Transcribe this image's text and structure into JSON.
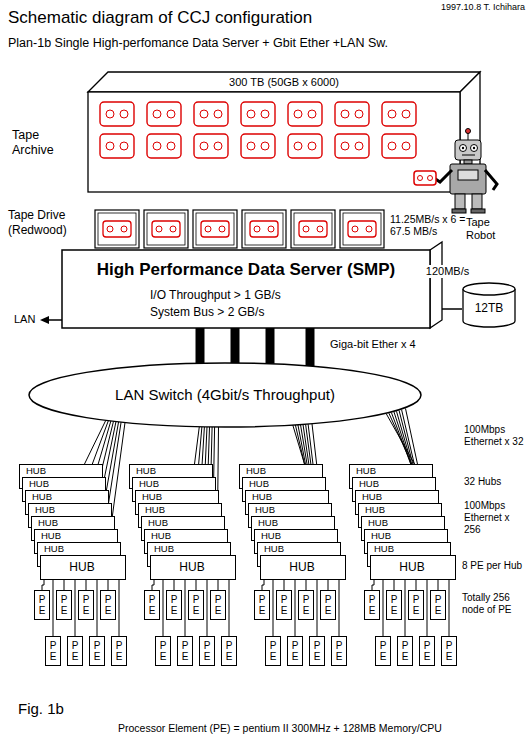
{
  "diagram": {
    "title": "Schematic diagram of CCJ configuration",
    "caption": "Fig. 1b",
    "nodes": [
      {
        "text": [
          "300 TB (50GB x 6000)"
        ]
      },
      {
        "text": [
          "High Performance Data Server (SMP)",
          "I/O Throughput > 1 GB/s",
          "System Bus > 2 GB/s"
        ]
      },
      {
        "text": [
          "12TB"
        ]
      },
      {
        "text": [
          "LAN Switch (4Gbit/s Throughput)"
        ]
      },
      {
        "text": [
          "HUB"
        ]
      },
      {
        "text": [
          "HUB"
        ]
      },
      {
        "text": [
          "HUB"
        ]
      },
      {
        "text": [
          "HUB"
        ]
      },
      {
        "text": [
          "HUB"
        ]
      },
      {
        "text": [
          "HUB"
        ]
      },
      {
        "text": [
          "HUB"
        ]
      },
      {
        "text": [
          "HUB"
        ]
      },
      {
        "text": [
          "HUB"
        ]
      },
      {
        "text": [
          "HUB"
        ]
      },
      {
        "text": [
          "HUB"
        ]
      },
      {
        "text": [
          "HUB"
        ]
      },
      {
        "text": [
          "HUB"
        ]
      },
      {
        "text": [
          "HUB"
        ]
      },
      {
        "text": [
          "HUB"
        ]
      },
      {
        "text": [
          "HUB"
        ]
      },
      {
        "text": [
          "HUB"
        ]
      },
      {
        "text": [
          "HUB"
        ]
      },
      {
        "text": [
          "HUB"
        ]
      },
      {
        "text": [
          "HUB"
        ]
      },
      {
        "text": [
          "HUB"
        ]
      },
      {
        "text": [
          "HUB"
        ]
      },
      {
        "text": [
          "HUB"
        ]
      },
      {
        "text": [
          "HUB"
        ]
      },
      {
        "text": [
          "HUB"
        ]
      },
      {
        "text": [
          "HUB"
        ]
      },
      {
        "text": [
          "HUB"
        ]
      },
      {
        "text": [
          "HUB"
        ]
      },
      {
        "text": [
          "HUB"
        ]
      },
      {
        "text": [
          "HUB"
        ]
      },
      {
        "text": [
          "HUB"
        ]
      },
      {
        "text": [
          "HUB"
        ]
      },
      {
        "text": [
          "P E"
        ]
      },
      {
        "text": [
          "P E"
        ]
      },
      {
        "text": [
          "P E"
        ]
      },
      {
        "text": [
          "P E"
        ]
      },
      {
        "text": [
          "P E"
        ]
      },
      {
        "text": [
          "P E"
        ]
      },
      {
        "text": [
          "P E"
        ]
      },
      {
        "text": [
          "P E"
        ]
      },
      {
        "text": [
          "P E"
        ]
      },
      {
        "text": [
          "P E"
        ]
      },
      {
        "text": [
          "P E"
        ]
      },
      {
        "text": [
          "P E"
        ]
      },
      {
        "text": [
          "P E"
        ]
      },
      {
        "text": [
          "P E"
        ]
      },
      {
        "text": [
          "P E"
        ]
      },
      {
        "text": [
          "P E"
        ]
      },
      {
        "text": [
          "P E"
        ]
      },
      {
        "text": [
          "P E"
        ]
      },
      {
        "text": [
          "P E"
        ]
      },
      {
        "text": [
          "P E"
        ]
      },
      {
        "text": [
          "P E"
        ]
      },
      {
        "text": [
          "P E"
        ]
      },
      {
        "text": [
          "P E"
        ]
      },
      {
        "text": [
          "P E"
        ]
      },
      {
        "text": [
          "P E"
        ]
      },
      {
        "text": [
          "P E"
        ]
      },
      {
        "text": [
          "P E"
        ]
      },
      {
        "text": [
          "P E"
        ]
      },
      {
        "text": [
          "P E"
        ]
      },
      {
        "text": [
          "P E"
        ]
      },
      {
        "text": [
          "P E"
        ]
      },
      {
        "text": [
          "P E"
        ]
      }
    ],
    "edges": [
      {
        "from": 1,
        "to": 2,
        "arrow": "none",
        "label": "120MB/s"
      },
      {
        "from": 1,
        "to": 3,
        "arrow": "none"
      },
      {
        "from": 1,
        "to": 3,
        "arrow": "none"
      },
      {
        "from": 1,
        "to": 3,
        "arrow": "none"
      },
      {
        "from": 1,
        "to": 3,
        "arrow": "none"
      },
      {
        "from": 3,
        "to": 4,
        "arrow": "none"
      },
      {
        "from": 3,
        "to": 5,
        "arrow": "none"
      },
      {
        "from": 3,
        "to": 6,
        "arrow": "none"
      },
      {
        "from": 3,
        "to": 7,
        "arrow": "none"
      },
      {
        "from": 3,
        "to": 8,
        "arrow": "none"
      },
      {
        "from": 3,
        "to": 9,
        "arrow": "none"
      },
      {
        "from": 3,
        "to": 10,
        "arrow": "none"
      },
      {
        "from": 3,
        "to": 11,
        "arrow": "none"
      },
      {
        "from": 3,
        "to": 12,
        "arrow": "none"
      },
      {
        "from": 3,
        "to": 13,
        "arrow": "none"
      },
      {
        "from": 3,
        "to": 14,
        "arrow": "none"
      },
      {
        "from": 3,
        "to": 15,
        "arrow": "none"
      },
      {
        "from": 3,
        "to": 16,
        "arrow": "none"
      },
      {
        "from": 3,
        "to": 17,
        "arrow": "none"
      },
      {
        "from": 3,
        "to": 18,
        "arrow": "none"
      },
      {
        "from": 3,
        "to": 19,
        "arrow": "none"
      },
      {
        "from": 3,
        "to": 20,
        "arrow": "none"
      },
      {
        "from": 3,
        "to": 21,
        "arrow": "none"
      },
      {
        "from": 3,
        "to": 22,
        "arrow": "none"
      },
      {
        "from": 3,
        "to": 23,
        "arrow": "none"
      },
      {
        "from": 3,
        "to": 24,
        "arrow": "none"
      },
      {
        "from": 3,
        "to": 25,
        "arrow": "none"
      },
      {
        "from": 3,
        "to": 26,
        "arrow": "none"
      },
      {
        "from": 3,
        "to": 27,
        "arrow": "none"
      },
      {
        "from": 3,
        "to": 28,
        "arrow": "none"
      },
      {
        "from": 3,
        "to": 29,
        "arrow": "none"
      },
      {
        "from": 3,
        "to": 30,
        "arrow": "none"
      },
      {
        "from": 3,
        "to": 31,
        "arrow": "none"
      },
      {
        "from": 3,
        "to": 32,
        "arrow": "none"
      },
      {
        "from": 3,
        "to": 33,
        "arrow": "none"
      },
      {
        "from": 3,
        "to": 34,
        "arrow": "none"
      },
      {
        "from": 3,
        "to": 35,
        "arrow": "none"
      },
      {
        "from": 11,
        "to": 36,
        "arrow": "none"
      },
      {
        "from": 11,
        "to": 37,
        "arrow": "none"
      },
      {
        "from": 11,
        "to": 38,
        "arrow": "none"
      },
      {
        "from": 11,
        "to": 39,
        "arrow": "none"
      },
      {
        "from": 11,
        "to": 40,
        "arrow": "none"
      },
      {
        "from": 11,
        "to": 41,
        "arrow": "none"
      },
      {
        "from": 11,
        "to": 42,
        "arrow": "none"
      },
      {
        "from": 11,
        "to": 43,
        "arrow": "none"
      },
      {
        "from": 19,
        "to": 44,
        "arrow": "none"
      },
      {
        "from": 19,
        "to": 45,
        "arrow": "none"
      },
      {
        "from": 19,
        "to": 46,
        "arrow": "none"
      },
      {
        "from": 19,
        "to": 47,
        "arrow": "none"
      },
      {
        "from": 19,
        "to": 48,
        "arrow": "none"
      },
      {
        "from": 19,
        "to": 49,
        "arrow": "none"
      },
      {
        "from": 19,
        "to": 50,
        "arrow": "none"
      },
      {
        "from": 19,
        "to": 51,
        "arrow": "none"
      },
      {
        "from": 27,
        "to": 52,
        "arrow": "none"
      },
      {
        "from": 27,
        "to": 53,
        "arrow": "none"
      },
      {
        "from": 27,
        "to": 54,
        "arrow": "none"
      },
      {
        "from": 27,
        "to": 55,
        "arrow": "none"
      },
      {
        "from": 27,
        "to": 56,
        "arrow": "none"
      },
      {
        "from": 27,
        "to": 57,
        "arrow": "none"
      },
      {
        "from": 27,
        "to": 58,
        "arrow": "none"
      },
      {
        "from": 27,
        "to": 59,
        "arrow": "none"
      },
      {
        "from": 35,
        "to": 60,
        "arrow": "none"
      },
      {
        "from": 35,
        "to": 61,
        "arrow": "none"
      },
      {
        "from": 35,
        "to": 62,
        "arrow": "none"
      },
      {
        "from": 35,
        "to": 63,
        "arrow": "none"
      },
      {
        "from": 35,
        "to": 64,
        "arrow": "none"
      },
      {
        "from": 35,
        "to": 65,
        "arrow": "none"
      },
      {
        "from": 35,
        "to": 66,
        "arrow": "none"
      },
      {
        "from": 35,
        "to": 67,
        "arrow": "none"
      }
    ],
    "labels": [
      "1997.10.8 T. Ichihara",
      "Plan-1b Single High-perfomance Data Server + Gbit Ether +LAN Sw.",
      "Tape Archive",
      "Tape Robot",
      "Tape Drive (Redwood)",
      "11.25MB/s x 6 = 67.5 MB/s",
      "LAN",
      "Giga-bit Ether x 4",
      "100Mbps Ethernet x 32",
      "32 Hubs",
      "100Mbps Ethernet x 256",
      "8 PE per Hub",
      "Totally 256 node of PE",
      "Processor Element (PE) = pentium II 300MHz + 128MB Memory/CPU"
    ]
  }
}
